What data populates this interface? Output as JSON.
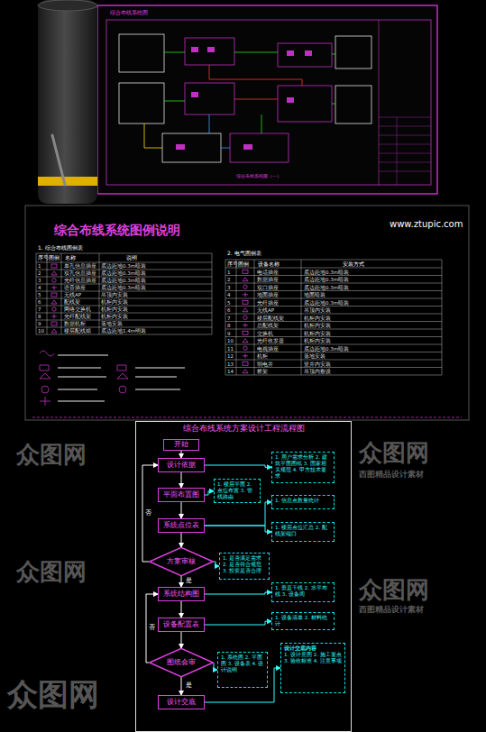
{
  "diagram": {
    "title": "综合布线系统图例说明",
    "nodes": [
      {
        "text": [
          "综合布线系统方案设计工程流程图"
        ]
      },
      {
        "text": [
          "开始"
        ],
        "in": 0
      },
      {
        "text": [
          "设计依据"
        ],
        "in": 0
      },
      {
        "text": [
          "平面布置图"
        ],
        "in": 0
      },
      {
        "text": [
          "系统点位表"
        ],
        "in": 0
      },
      {
        "text": [
          "方案审核"
        ],
        "in": 0
      },
      {
        "text": [
          "系统结构图"
        ],
        "in": 0
      },
      {
        "text": [
          "设备配置表"
        ],
        "in": 0
      },
      {
        "text": [
          "图纸会审"
        ],
        "in": 0
      },
      {
        "text": [
          "设计交底"
        ],
        "in": 0
      },
      {
        "text": [
          "1. 用户需求分析 2. 建筑平面图纸 3. 国家相关规范 4. 甲方技术要求"
        ],
        "in": 0
      },
      {
        "text": [
          "1. 楼层平面 2. 点位布置 3. 管线路由"
        ],
        "in": 0
      },
      {
        "text": [
          "1. 信息点数量统计"
        ],
        "in": 0
      },
      {
        "text": [
          "1. 楼层点位汇总 2. 配线架端口"
        ],
        "in": 0
      },
      {
        "text": [
          "1. 是否满足需求 2. 是否符合规范 3. 投资是否合理"
        ],
        "in": 0
      },
      {
        "text": [
          "1. 垂直干线 2. 水平布线 3. 设备间"
        ],
        "in": 0
      },
      {
        "text": [
          "1. 设备清单 2. 材料统计"
        ],
        "in": 0
      },
      {
        "text": [
          "1. 系统图 2. 平面图 3. 设备表 4. 设计说明"
        ],
        "in": 0
      },
      {
        "text": [
          "设计交底内容",
          "1. 设计意图 2. 施工要点 3. 验收标准 4. 注意事项"
        ],
        "in": 0
      }
    ],
    "edges": [
      {
        "from": 1,
        "to": 2,
        "arrow": "to"
      },
      {
        "from": 2,
        "to": 3,
        "arrow": "to"
      },
      {
        "from": 3,
        "to": 4,
        "arrow": "to"
      },
      {
        "from": 4,
        "to": 5,
        "arrow": "to"
      },
      {
        "from": 5,
        "to": 6,
        "arrow": "to",
        "label": "是"
      },
      {
        "from": 6,
        "to": 7,
        "arrow": "to"
      },
      {
        "from": 7,
        "to": 8,
        "arrow": "to"
      },
      {
        "from": 8,
        "to": 9,
        "arrow": "to",
        "label": "是"
      },
      {
        "from": 5,
        "to": 2,
        "arrow": "to",
        "label": "否"
      },
      {
        "from": 8,
        "to": 6,
        "arrow": "to",
        "label": "否"
      },
      {
        "from": 2,
        "to": 10,
        "arrow": "to"
      },
      {
        "from": 3,
        "to": 11,
        "arrow": "to"
      },
      {
        "from": 4,
        "to": 12,
        "arrow": "to"
      },
      {
        "from": 4,
        "to": 13,
        "arrow": "to"
      },
      {
        "from": 5,
        "to": 14,
        "arrow": "to"
      },
      {
        "from": 6,
        "to": 15,
        "arrow": "to"
      },
      {
        "from": 7,
        "to": 16,
        "arrow": "to"
      },
      {
        "from": 8,
        "to": 17,
        "arrow": "to"
      },
      {
        "from": 9,
        "to": 18,
        "arrow": "to"
      }
    ],
    "labels": [
      "www.ztupic.com",
      "综合布线系统图",
      "综合布线系统图（一）",
      "1. 综合布线图例表",
      "2. 电气图例表",
      "序号",
      "图例",
      "名称",
      "说明",
      "序号",
      "图例",
      "设备名称",
      "安装方式",
      "1",
      "单孔信息插座",
      "底边距地0.3m暗装",
      "2",
      "双孔信息插座",
      "底边距地0.3m暗装",
      "3",
      "光纤信息插座",
      "底边距地0.3m暗装",
      "4",
      "语音插座",
      "底边距地0.3m暗装",
      "5",
      "无线AP",
      "吊顶内安装",
      "6",
      "配线架",
      "机柜内安装",
      "7",
      "网络交换机",
      "机柜内安装",
      "8",
      "光纤配线架",
      "机柜内安装",
      "9",
      "数据机柜",
      "落地安装",
      "10",
      "楼层配线箱",
      "底边距地1.4m明装",
      "1",
      "电话插座",
      "底边距地0.3m暗装",
      "2",
      "数据插座",
      "底边距地0.3m暗装",
      "3",
      "双口插座",
      "底边距地0.3m暗装",
      "4",
      "地面插座",
      "地面暗装",
      "5",
      "光纤插座",
      "底边距地0.3m暗装",
      "6",
      "无线AP",
      "吊顶内安装",
      "7",
      "楼层配线架",
      "机柜内安装",
      "8",
      "总配线架",
      "机柜内安装",
      "9",
      "交换机",
      "机柜内安装",
      "10",
      "光纤收发器",
      "机柜内安装",
      "11",
      "电视插座",
      "底边距地0.3m暗装",
      "12",
      "机柜",
      "落地安装",
      "13",
      "弱电井",
      "竖井内安装",
      "14",
      "桥架",
      "吊顶内敷设",
      "众图网",
      "众图网",
      "众图网",
      "众图网",
      "众图网",
      "西图精品设计素材",
      "西图精品设计素材"
    ]
  }
}
